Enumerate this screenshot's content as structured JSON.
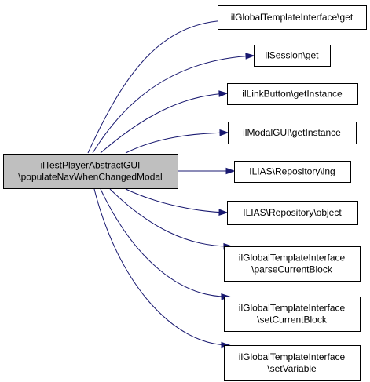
{
  "graph": {
    "type": "call-graph",
    "edge_color": "#191970",
    "root_fill": "#bfbfbf",
    "node_fill": "#ffffff",
    "root": {
      "id": "root",
      "lines": [
        "ilTestPlayerAbstractGUI",
        "\\populateNavWhenChangedModal"
      ]
    },
    "callees": [
      {
        "id": "c1",
        "lines": [
          "ilGlobalTemplateInterface\\get"
        ]
      },
      {
        "id": "c2",
        "lines": [
          "ilSession\\get"
        ]
      },
      {
        "id": "c3",
        "lines": [
          "ilLinkButton\\getInstance"
        ]
      },
      {
        "id": "c4",
        "lines": [
          "ilModalGUI\\getInstance"
        ]
      },
      {
        "id": "c5",
        "lines": [
          "ILIAS\\Repository\\lng"
        ]
      },
      {
        "id": "c6",
        "lines": [
          "ILIAS\\Repository\\object"
        ]
      },
      {
        "id": "c7",
        "lines": [
          "ilGlobalTemplateInterface",
          "\\parseCurrentBlock"
        ]
      },
      {
        "id": "c8",
        "lines": [
          "ilGlobalTemplateInterface",
          "\\setCurrentBlock"
        ]
      },
      {
        "id": "c9",
        "lines": [
          "ilGlobalTemplateInterface",
          "\\setVariable"
        ]
      }
    ]
  }
}
